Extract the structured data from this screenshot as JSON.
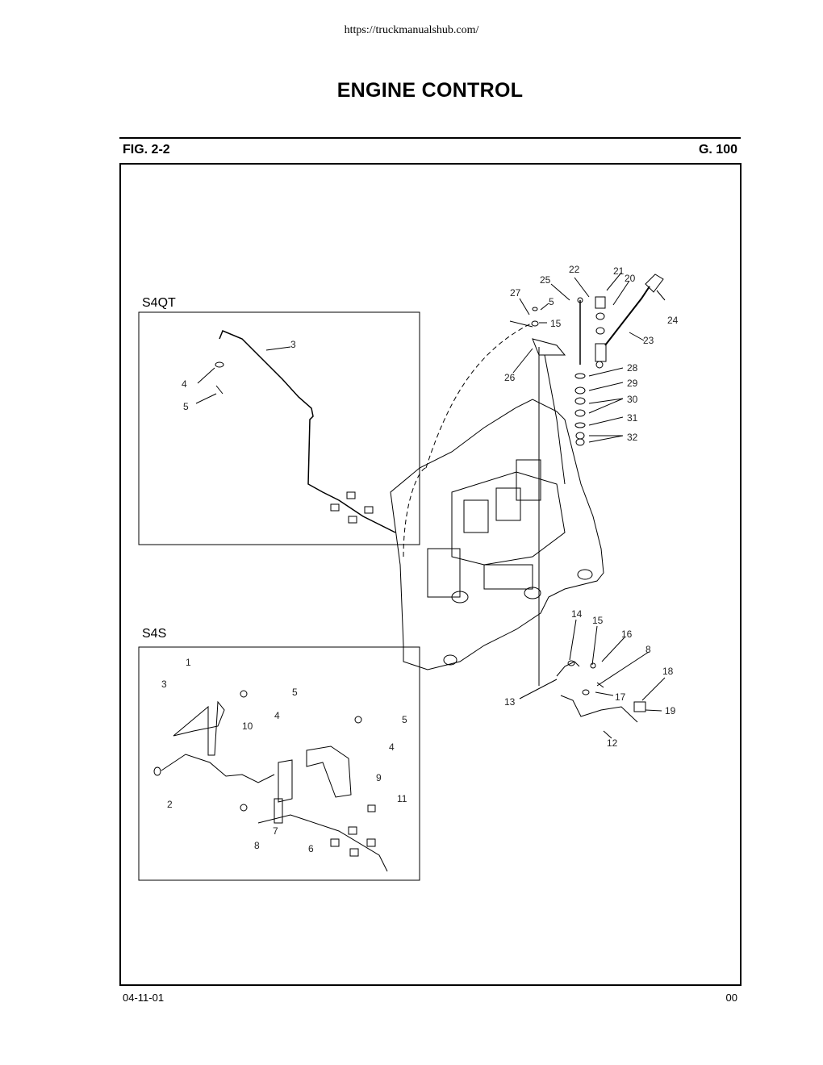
{
  "header": {
    "url": "https://truckmanualshub.com/",
    "title": "ENGINE CONTROL"
  },
  "figure": {
    "fig_label": "FIG. 2-2",
    "group_label": "G. 100"
  },
  "insets": [
    {
      "name": "S4QT",
      "callouts": [
        "3",
        "4",
        "5"
      ]
    },
    {
      "name": "S4S",
      "callouts": [
        "1",
        "2",
        "3",
        "4",
        "5",
        "6",
        "7",
        "8",
        "9",
        "10",
        "11",
        "4",
        "5"
      ]
    }
  ],
  "main_callouts": [
    "22",
    "21",
    "20",
    "25",
    "27",
    "5",
    "15",
    "24",
    "23",
    "26",
    "28",
    "29",
    "30",
    "31",
    "32",
    "14",
    "15",
    "16",
    "8",
    "18",
    "13",
    "17",
    "19",
    "12"
  ],
  "footer": {
    "date": "04-11-01",
    "page": "00"
  }
}
